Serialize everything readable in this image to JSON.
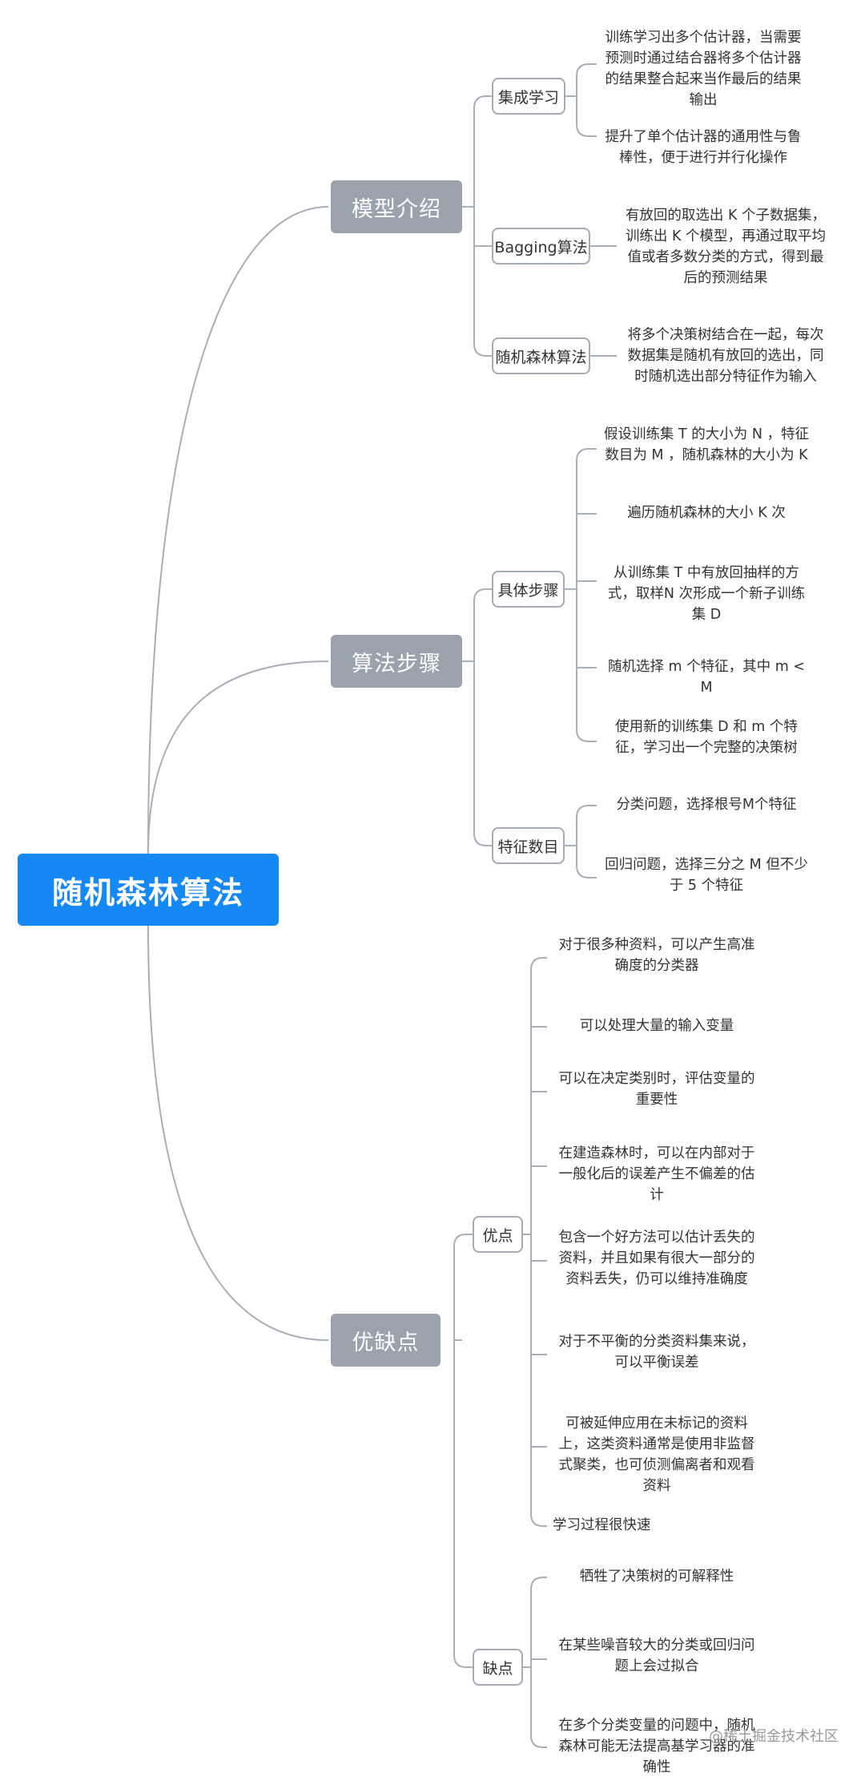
{
  "root": "随机森林算法",
  "branches": [
    {
      "label": "模型介绍",
      "subs": [
        {
          "label": "集成学习",
          "leaves": [
            "训练学习出多个估计器，当需要预测时通过结合器将多个估计器的结果整合起来当作最后的结果输出",
            "提升了单个估计器的通用性与鲁棒性，便于进行并行化操作"
          ]
        },
        {
          "label": "Bagging算法",
          "leaves": [
            "有放回的取选出 K 个子数据集，训练出 K 个模型，再通过取平均值或者多数分类的方式，得到最后的预测结果"
          ]
        },
        {
          "label": "随机森林算法",
          "leaves": [
            "将多个决策树结合在一起，每次数据集是随机有放回的选出，同时随机选出部分特征作为输入"
          ]
        }
      ]
    },
    {
      "label": "算法步骤",
      "subs": [
        {
          "label": "具体步骤",
          "leaves": [
            "假设训练集 T 的大小为 N ，特征数目为 M ，随机森林的大小为 K",
            "遍历随机森林的大小 K 次",
            "从训练集 T 中有放回抽样的方式，取样N 次形成一个新子训练集 D",
            "随机选择 m 个特征，其中 m < M",
            "使用新的训练集 D 和 m 个特征，学习出一个完整的决策树"
          ]
        },
        {
          "label": "特征数目",
          "leaves": [
            "分类问题，选择根号M个特征",
            "回归问题，选择三分之 M 但不少于 5 个特征"
          ]
        }
      ]
    },
    {
      "label": "优缺点",
      "subs": [
        {
          "label": "优点",
          "leaves": [
            "对于很多种资料，可以产生高准确度的分类器",
            "可以处理大量的输入变量",
            "可以在决定类别时，评估变量的重要性",
            "在建造森林时，可以在内部对于一般化后的误差产生不偏差的估计",
            "包含一个好方法可以估计丢失的资料，并且如果有很大一部分的资料丢失，仍可以维持准确度",
            "对于不平衡的分类资料集来说，可以平衡误差",
            "可被延伸应用在未标记的资料上，这类资料通常是使用非监督式聚类，也可侦测偏离者和观看资料",
            "学习过程很快速"
          ]
        },
        {
          "label": "缺点",
          "leaves": [
            "牺牲了决策树的可解释性",
            "在某些噪音较大的分类或回归问题上会过拟合",
            "在多个分类变量的问题中，随机森林可能无法提高基学习器的准确性"
          ]
        }
      ]
    }
  ],
  "watermark": "@稀土掘金技术社区"
}
